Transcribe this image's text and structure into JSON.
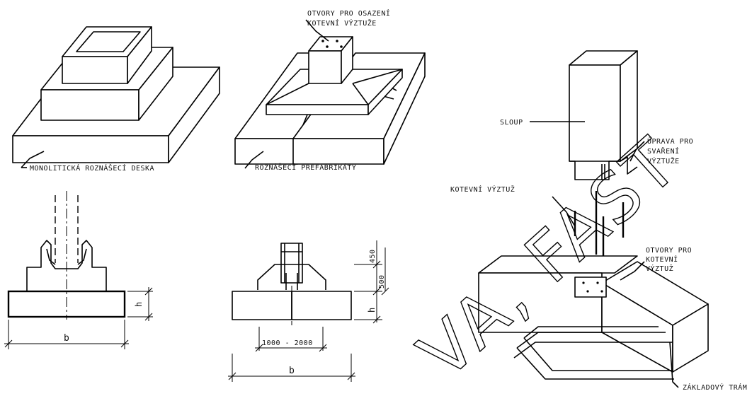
{
  "labels": {
    "monolithic_slab": "MONOLITICKÁ ROZNÁŠECÍ DESKA",
    "precast_elements": "ROZNÁŠECÍ PREFABRIKÁTY",
    "anchor_holes_line1": "OTVORY PRO OSAZENÍ",
    "anchor_holes_line2": "KOTEVNÍ VÝZTUŽE",
    "column": "SLOUP",
    "weld_prep_line1": "ÚPRAVA PRO",
    "weld_prep_line2": "SVAŘENÍ",
    "weld_prep_line3": "VÝZTUŽE",
    "anchor_rebar": "KOTEVNÍ VÝZTUŽ",
    "rebar_holes_line1": "OTVORY PRO",
    "rebar_holes_line2": "KOTEVNÍ",
    "rebar_holes_line3": "VÝZTUŽ",
    "foundation_beam": "ZÁKLADOVÝ TRÁM"
  },
  "dimensions": {
    "h_left": "h",
    "b_left": "b",
    "dim_450": "450",
    "dim_500": "500",
    "h_mid": "h",
    "range": "1000 - 2000",
    "b_mid": "b"
  },
  "watermark": "VA, FAST"
}
